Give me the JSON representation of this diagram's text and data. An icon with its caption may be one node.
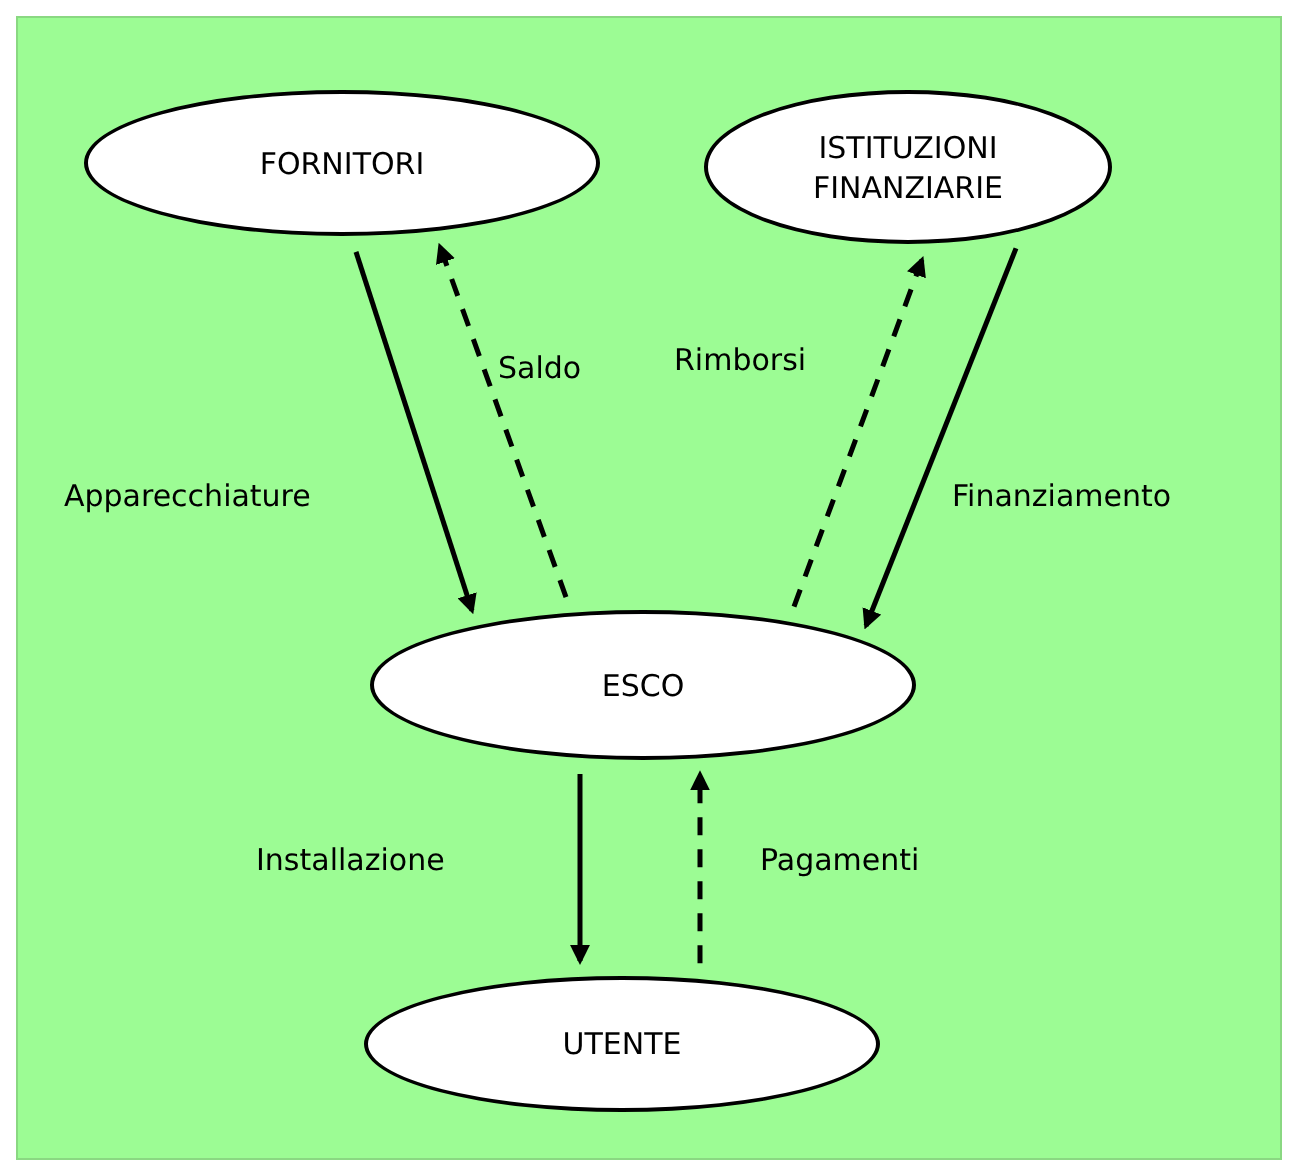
{
  "diagram": {
    "nodes": [
      {
        "text": [
          "FORNITORI"
        ]
      },
      {
        "text": [
          "ISTITUZIONI FINANZIARIE"
        ]
      },
      {
        "text": [
          "ESCO"
        ]
      },
      {
        "text": [
          "UTENTE"
        ]
      }
    ],
    "edges": [
      {
        "from": 0,
        "to": 2,
        "arrow": "to",
        "label": "Apparecchiature"
      },
      {
        "from": 2,
        "to": 0,
        "arrow": "to",
        "label": "Saldo",
        "style": "dashed"
      },
      {
        "from": 2,
        "to": 1,
        "arrow": "to",
        "label": "Rimborsi",
        "style": "dashed"
      },
      {
        "from": 1,
        "to": 2,
        "arrow": "to",
        "label": "Finanziamento"
      },
      {
        "from": 2,
        "to": 3,
        "arrow": "to",
        "label": "Installazione"
      },
      {
        "from": 3,
        "to": 2,
        "arrow": "to",
        "label": "Pagamenti",
        "style": "dashed"
      }
    ]
  }
}
